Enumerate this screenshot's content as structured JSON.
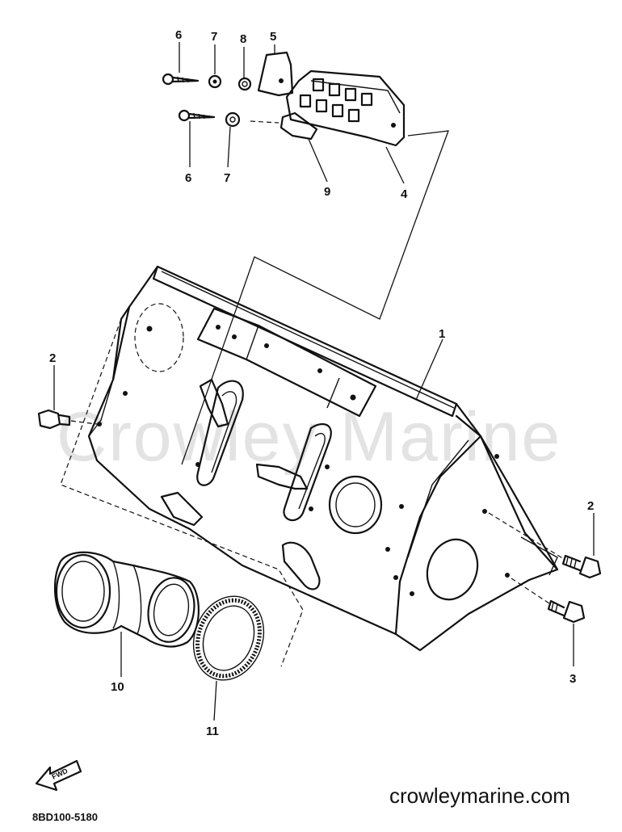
{
  "watermark": "Crowley Marine",
  "footer": {
    "site": "crowleymarine.com",
    "code": "8BD100-5180",
    "fwd_label": "FWD"
  },
  "callouts": [
    {
      "id": "c1",
      "number": "1"
    },
    {
      "id": "c2a",
      "number": "2"
    },
    {
      "id": "c2b",
      "number": "2"
    },
    {
      "id": "c3",
      "number": "3"
    },
    {
      "id": "c4",
      "number": "4"
    },
    {
      "id": "c5",
      "number": "5"
    },
    {
      "id": "c6a",
      "number": "6"
    },
    {
      "id": "c6b",
      "number": "6"
    },
    {
      "id": "c7a",
      "number": "7"
    },
    {
      "id": "c7b",
      "number": "7"
    },
    {
      "id": "c8",
      "number": "8"
    },
    {
      "id": "c9",
      "number": "9"
    },
    {
      "id": "c10",
      "number": "10"
    },
    {
      "id": "c11",
      "number": "11"
    }
  ]
}
